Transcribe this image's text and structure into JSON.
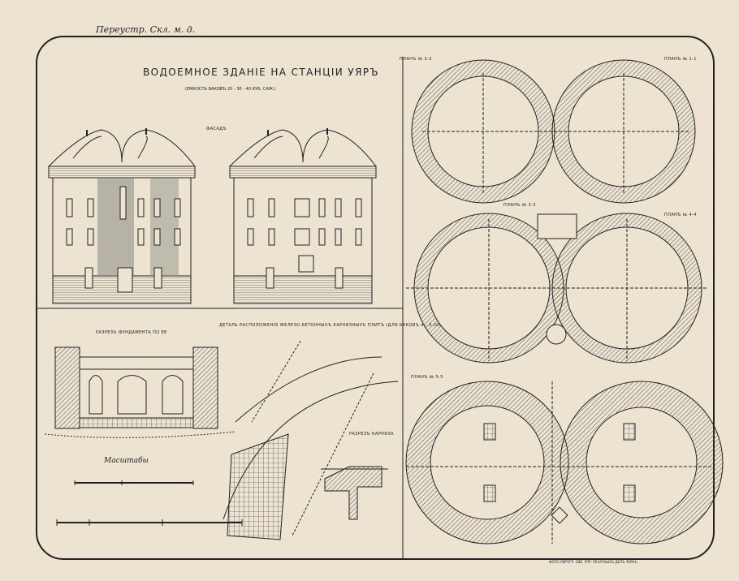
{
  "header": {
    "series": "Переустр. Скл. м. д.",
    "title": "ВОДОЕМНОЕ ЗДАНІЕ НА СТАНЦІИ УЯРЪ",
    "subtitle": "(ЕМКОСТЬ БАКОВЪ 20 - 30 - 40 КУБ. САЖ.)"
  },
  "labels": {
    "facade": "ФАСАДЪ",
    "foundation_section": "РАЗРЕЗЪ ФУНДАМЕНТА ПО ЕЕ",
    "slab_detail": "ДЕТАЛЬ РАСПОЛОЖЕНІЯ ЖЕЛЕЗО-БЕТОННЫХЪ КАРНИЗНЫХЪ ПЛИТЪ (ДЛЯ БАКОВЪ d - 3.000)",
    "cornice_section": "РАЗРЕЗЪ КАРНИЗА",
    "scale": "Масштабы",
    "plan_2_2": "ПЛАНЪ № 2-2",
    "plan_1_1": "ПЛАНЪ № 1-1",
    "plan_3_3": "ПЛАНЪ № 3-3",
    "plan_4_4": "ПЛАНЪ № 4-4",
    "plan_5_5": "ПЛАНЪ № 5-5"
  },
  "footer": {
    "credit": "ФОТО-ЛИТОГР. СИБ. УПР. ПЕЧАТНЫХЪ ДЕЛЪ ЧЕРНЪ"
  }
}
